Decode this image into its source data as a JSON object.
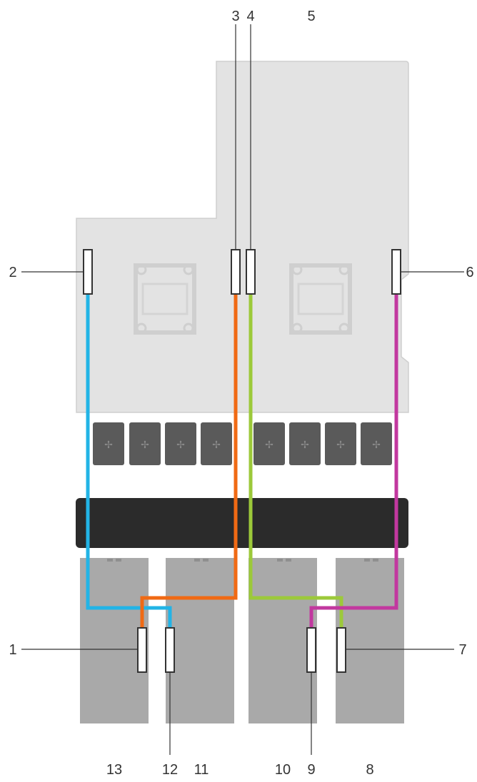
{
  "callouts": {
    "c1": "1",
    "c2": "2",
    "c3": "3",
    "c4": "4",
    "c5": "5",
    "c6": "6",
    "c7": "7",
    "c8": "8",
    "c9": "9",
    "c10": "10",
    "c11": "11",
    "c12": "12",
    "c13": "13"
  },
  "colors": {
    "board": "#e3e3e3",
    "board_edge": "#cfcfcf",
    "fan": "#5a5a5a",
    "fan_blade": "#8a8a8a",
    "backplane": "#2b2b2b",
    "drive_bay": "#a9a9a9",
    "cable_blue": "#22b4e6",
    "cable_orange": "#f06a14",
    "cable_green": "#9cc93a",
    "cable_magenta": "#c2389f",
    "connector_outline": "#333333"
  }
}
